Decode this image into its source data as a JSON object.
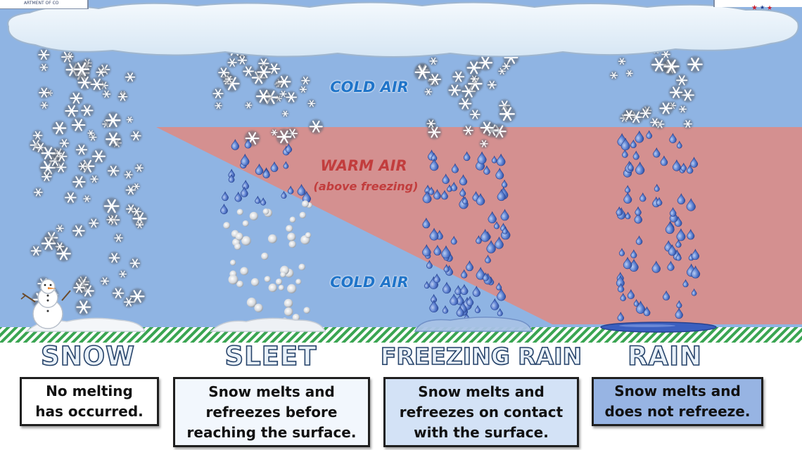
{
  "logo_text": "ARTMENT OF CO",
  "zones": {
    "cold_air_top": "COLD AIR",
    "warm_air": "WARM AIR",
    "warm_air_note": "(above freezing)",
    "cold_air_bottom": "COLD AIR"
  },
  "columns": [
    {
      "title": "SNOW",
      "description": [
        "No melting",
        "has occurred."
      ]
    },
    {
      "title": "SLEET",
      "description": [
        "Snow melts and",
        "refreezes before",
        "reaching the surface."
      ]
    },
    {
      "title": "FREEZING RAIN",
      "description": [
        "Snow melts and",
        "refreezes on contact",
        "with the surface."
      ]
    },
    {
      "title": "RAIN",
      "description": [
        "Snow melts and",
        "does not refreeze."
      ]
    }
  ],
  "colors": {
    "cold_air": "#8fb4e3",
    "warm_air": "#d49090",
    "cloud": "#e2eef8",
    "ground_stripe": "#3aa552",
    "rain_drop": "#4f6fc0",
    "sleet_pellet": "#c9ccd0",
    "ice_puddle": "#3b5fbf"
  }
}
